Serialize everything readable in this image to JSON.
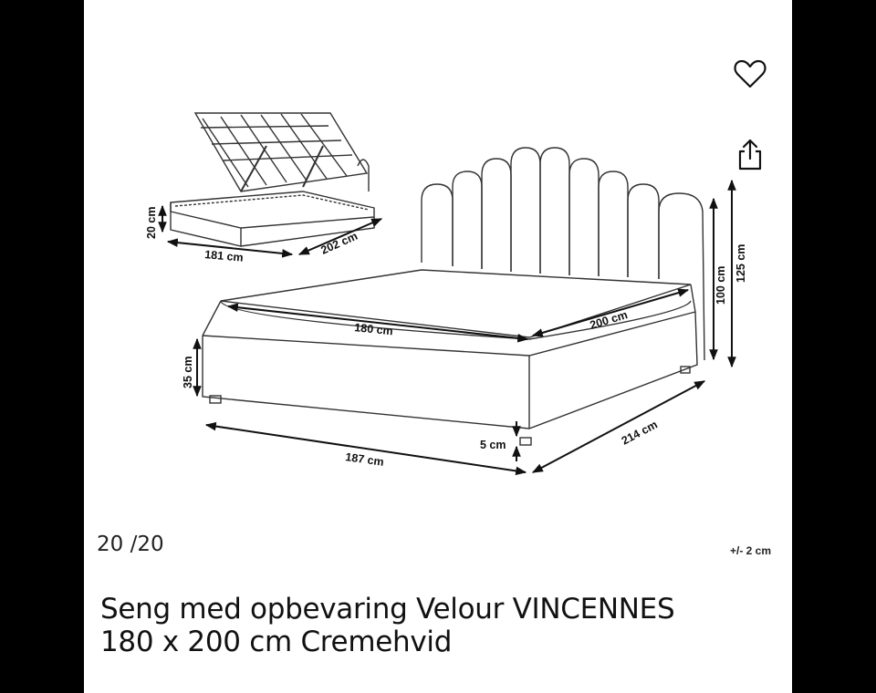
{
  "product": {
    "title_line1": "Seng med opbevaring Velour VINCENNES",
    "title_line2": "180 x 200 cm Cremehvid"
  },
  "gallery": {
    "counter": "20 /20"
  },
  "actions": {
    "favorite_icon": "heart-icon",
    "share_icon": "share-icon"
  },
  "diagram": {
    "tolerance": "+/- 2 cm",
    "storage": {
      "height": "20 cm",
      "width": "181 cm",
      "length": "202 cm"
    },
    "bed": {
      "mattress_width": "180 cm",
      "mattress_length": "200 cm",
      "headboard_height": "100 cm",
      "total_height": "125 cm",
      "frame_height": "35 cm",
      "leg_height": "5 cm",
      "outer_width": "187 cm",
      "outer_length": "214 cm"
    }
  }
}
